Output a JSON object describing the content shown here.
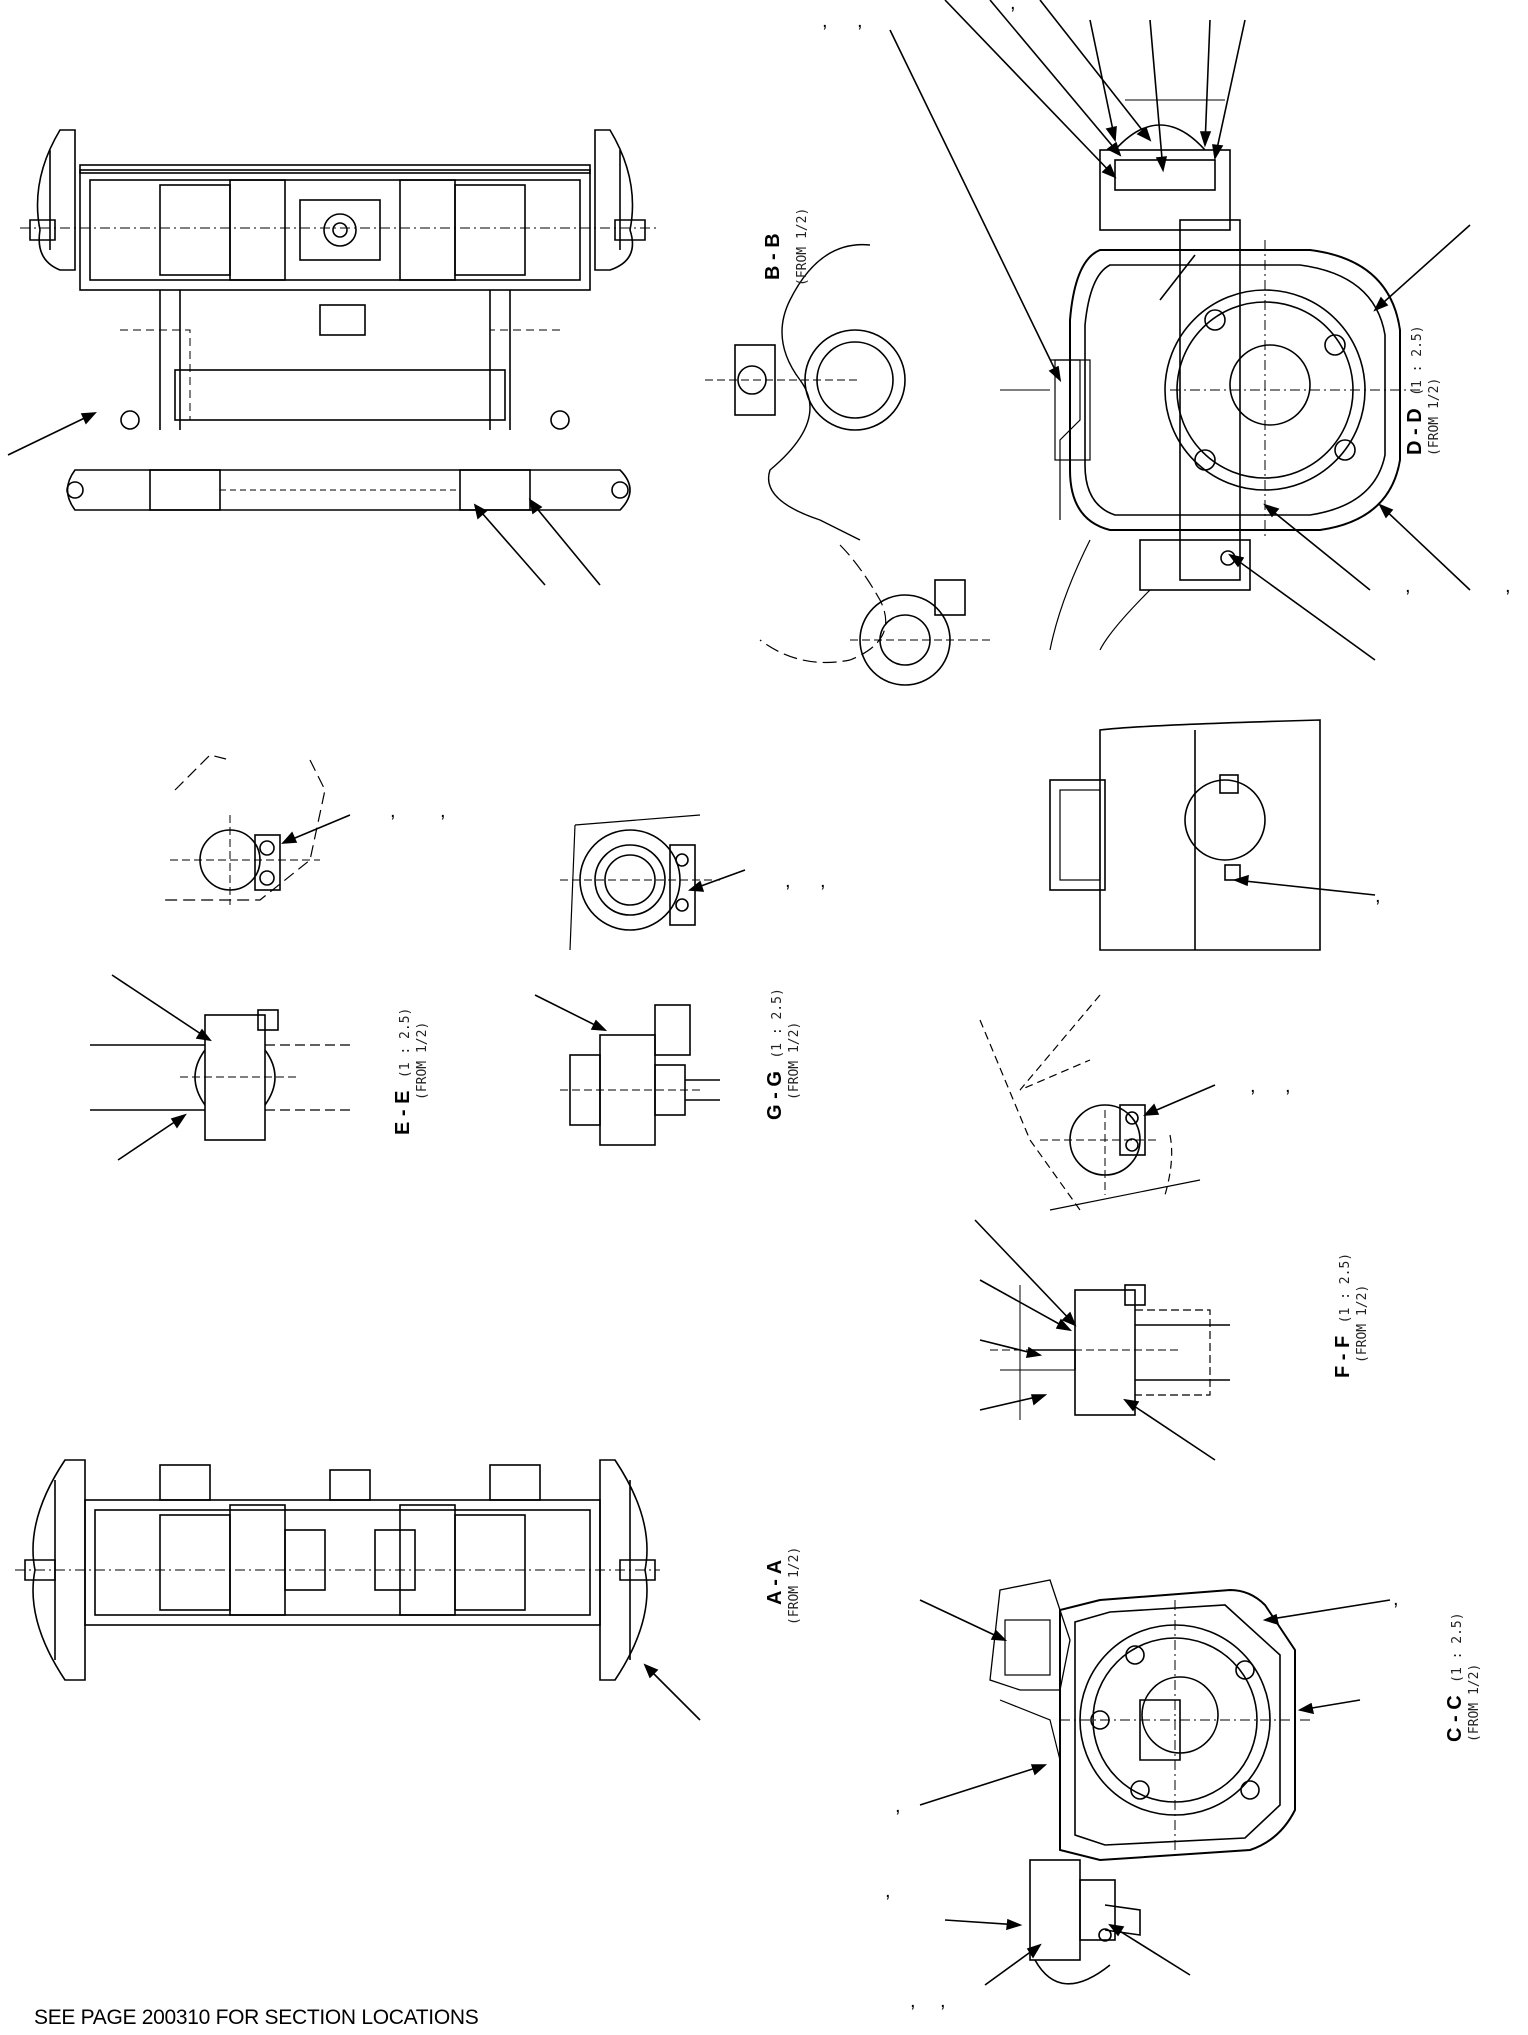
{
  "footnote": "SEE PAGE 200310 FOR SECTION LOCATIONS",
  "views": {
    "bb": {
      "title": "B - B",
      "scale": "",
      "from": "(FROM 1/2)"
    },
    "dd": {
      "title": "D - D",
      "scale": "(1 : 2.5)",
      "from": "(FROM 1/2)"
    },
    "ee": {
      "title": "E - E",
      "scale": "(1 : 2.5)",
      "from": "(FROM 1/2)"
    },
    "gg": {
      "title": "G - G",
      "scale": "(1 : 2.5)",
      "from": "(FROM 1/2)"
    },
    "ff": {
      "title": "F - F",
      "scale": "(1 : 2.5)",
      "from": "(FROM 1/2)"
    },
    "aa": {
      "title": "A - A",
      "scale": "",
      "from": "(FROM 1/2)"
    },
    "cc": {
      "title": "C - C",
      "scale": "(1 : 2.5)",
      "from": "(FROM 1/2)"
    }
  },
  "callout_marks": ",",
  "colors": {
    "line": "#000000",
    "background": "#ffffff"
  }
}
